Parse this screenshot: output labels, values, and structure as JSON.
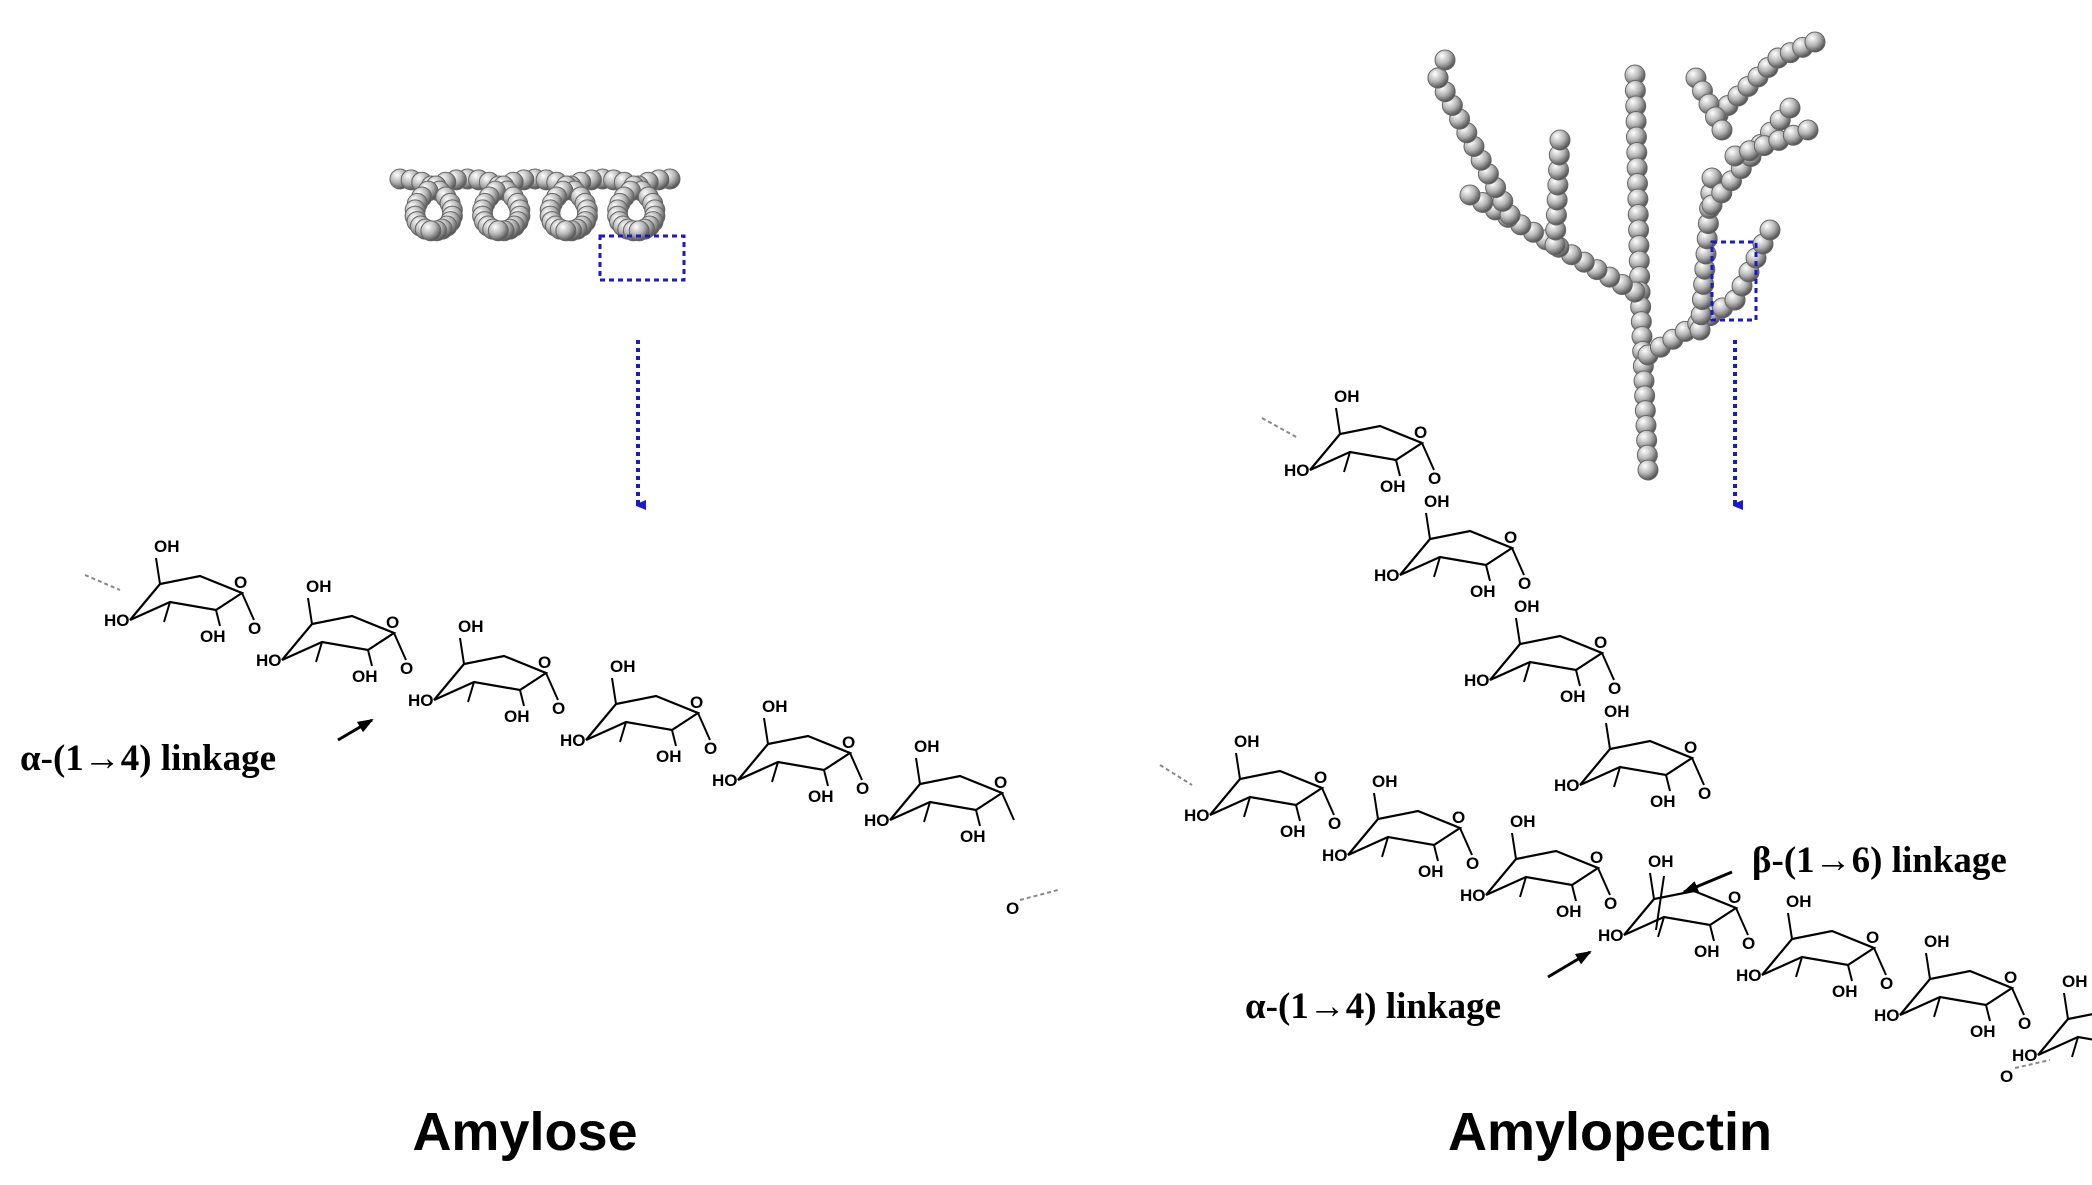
{
  "panels": {
    "amylose": {
      "title": "Amylose",
      "linkage": "α-(1→4) linkage"
    },
    "amylopectin": {
      "title": "Amylopectin",
      "linkage_main": "α-(1→4)  linkage",
      "linkage_branch": "β-(1→6) linkage"
    }
  },
  "atom_labels": {
    "oh": "OH",
    "ho": "HO",
    "o": "O"
  },
  "colors": {
    "sphere": "#b4b4b4",
    "highlight_box": "#1a1acc",
    "arrow": "#1a1acc",
    "ink": "#000000"
  }
}
